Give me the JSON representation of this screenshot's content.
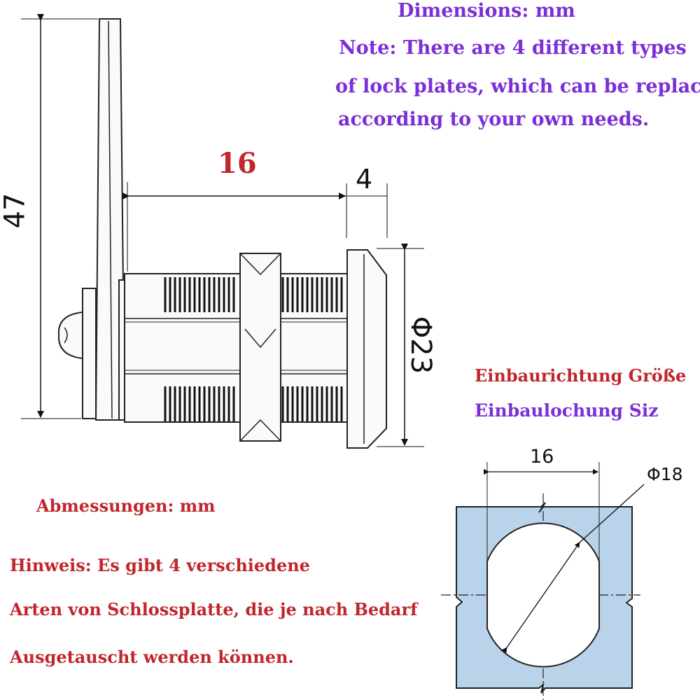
{
  "colors": {
    "english_text": "#7b2fd6",
    "german_text": "#c0262c",
    "plate_fill": "#b9d3ea",
    "line": "#222222"
  },
  "english": {
    "units": "Dimensions: mm",
    "note_1": "Note: There are 4 different types",
    "note_2": "of lock plates, which can be replaced",
    "note_3": "according to your own needs."
  },
  "german": {
    "units": "Abmessungen: mm",
    "note_1": "Hinweis: Es gibt 4 verschiedene",
    "note_2": "Arten von Schlossplatte, die je nach Bedarf",
    "note_3": "Ausgetauscht werden können.",
    "install_direction": "Einbaurichtung Größe",
    "install_hole": "Einbaulochung Siz"
  },
  "dimensions": {
    "body_length": "16",
    "flange_thickness": "4",
    "total_height": "47",
    "flange_diameter": "Φ23",
    "hole_width": "16",
    "hole_diameter": "Φ18"
  }
}
